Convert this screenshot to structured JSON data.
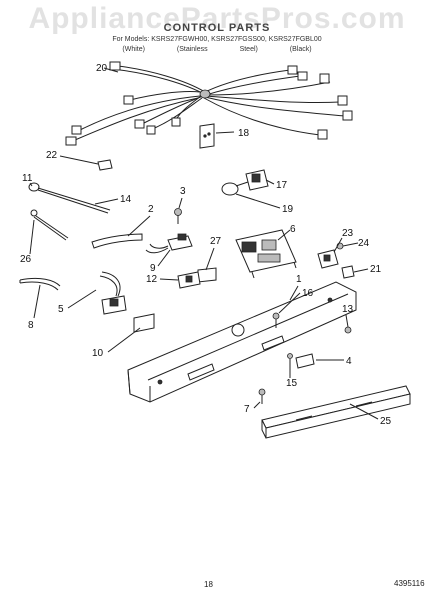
{
  "watermark": "AppliancePartsPros.com",
  "heading": "CONTROL PARTS",
  "models": "For Models: KSRS27FGWH00, KSRS27FGSS00, KSRS27FGBL00",
  "finishes": "(White) (Stainless Steel) (Black)",
  "page_number": "18",
  "doc_number": "4395116",
  "callouts": {
    "c1": "1",
    "c2": "2",
    "c3": "3",
    "c4": "4",
    "c5": "5",
    "c6": "6",
    "c7": "7",
    "c8": "8",
    "c9": "9",
    "c10": "10",
    "c11": "11",
    "c12": "12",
    "c13": "13",
    "c14": "14",
    "c15": "15",
    "c16": "16",
    "c17": "17",
    "c18": "18",
    "c19": "19",
    "c20": "20",
    "c21": "21",
    "c22": "22",
    "c23": "23",
    "c24": "24",
    "c25": "25",
    "c26": "26",
    "c27": "27"
  }
}
